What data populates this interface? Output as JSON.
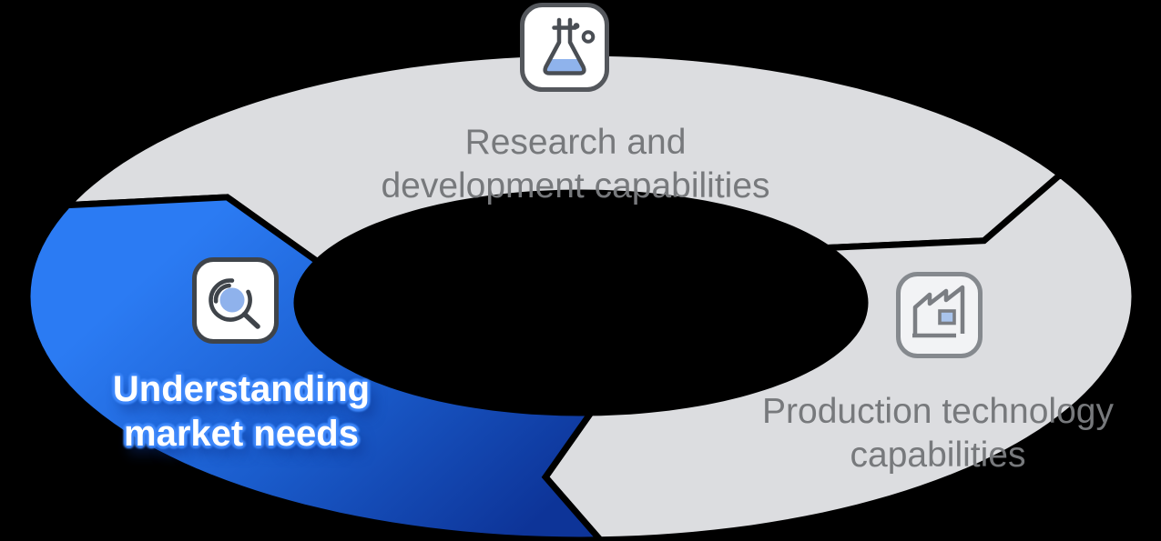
{
  "diagram": {
    "type": "cycle",
    "flow": "clockwise",
    "segments": [
      {
        "name": "research-development",
        "lines": [
          "Research and",
          "development capabilities"
        ],
        "highlighted": false,
        "icon": "flask-icon"
      },
      {
        "name": "production-technology",
        "lines": [
          "Production technology",
          "capabilities"
        ],
        "highlighted": false,
        "icon": "factory-icon"
      },
      {
        "name": "market-needs",
        "lines": [
          "Understanding",
          "market needs"
        ],
        "highlighted": true,
        "icon": "magnifier-icon"
      }
    ]
  },
  "icons": [
    {
      "name": "flask-icon"
    },
    {
      "name": "magnifier-icon"
    },
    {
      "name": "factory-icon"
    }
  ],
  "colors": {
    "background": "#000000",
    "segment_gray": "#dcdde0",
    "segment_blue_start": "#2b7bf3",
    "segment_blue_mid": "#1a5ccc",
    "segment_blue_end": "#0d3498",
    "label_gray": "#77797c",
    "label_highlight": "#ffffff",
    "label_highlight_glow": "#3f88fa",
    "icon_stroke_dark": "#4a4e54",
    "icon_stroke_gray": "#7b7e83",
    "icon_fill_blue": "#8fb3ec"
  }
}
